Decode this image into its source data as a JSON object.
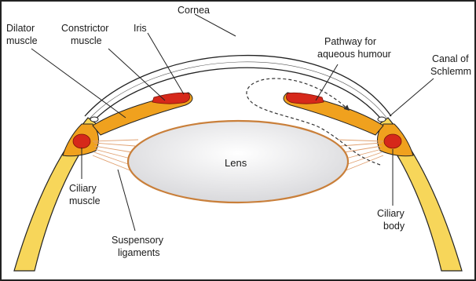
{
  "labels": {
    "cornea": "Cornea",
    "dilator_1": "Dilator",
    "dilator_2": "muscle",
    "constrictor_1": "Constrictor",
    "constrictor_2": "muscle",
    "iris": "Iris",
    "pathway_1": "Pathway for",
    "pathway_2": "aqueous humour",
    "canal_1": "Canal of",
    "canal_2": "Schlemm",
    "lens": "Lens",
    "ciliary_muscle_1": "Ciliary",
    "ciliary_muscle_2": "muscle",
    "ciliary_body_1": "Ciliary",
    "ciliary_body_2": "body",
    "suspensory_1": "Suspensory",
    "suspensory_2": "ligaments"
  },
  "colors": {
    "sclera_yellow": "#f3c230",
    "sclera_fill": "#f7d65a",
    "iris_orange": "#f0a11e",
    "muscle_red": "#d6281a",
    "lens_fill": "#ececee",
    "lens_outline": "#c97f3a",
    "ligament": "#e0a070",
    "outline": "#222222"
  }
}
